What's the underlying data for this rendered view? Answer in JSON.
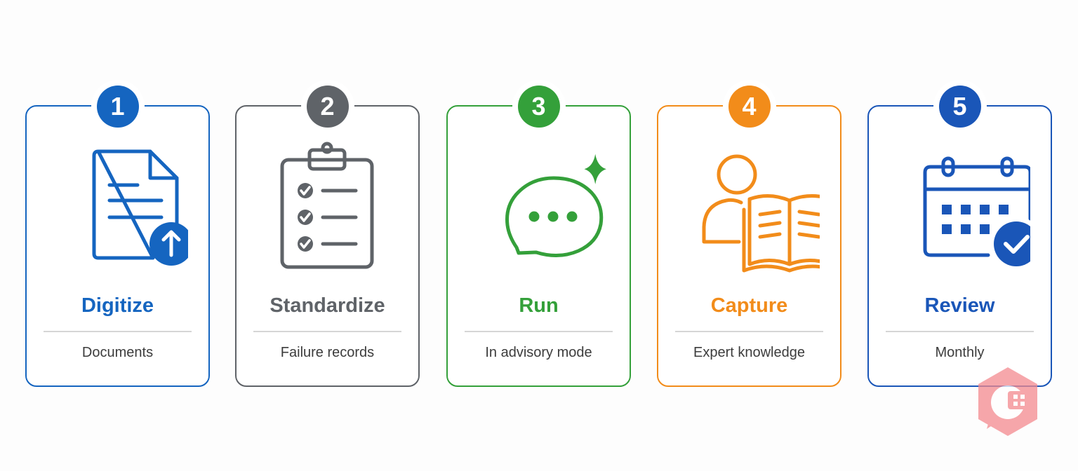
{
  "colors": {
    "blue": "#1565c0",
    "gray": "#5f6368",
    "green": "#34a03a",
    "orange": "#f28c1a",
    "navy": "#1a56b8",
    "watermark": "#f48a8f"
  },
  "steps": [
    {
      "number": "1",
      "title": "Digitize",
      "subtitle": "Documents",
      "icon": "document-upload-icon",
      "color": "#1565c0"
    },
    {
      "number": "2",
      "title": "Standardize",
      "subtitle": "Failure records",
      "icon": "clipboard-checklist-icon",
      "color": "#5f6368"
    },
    {
      "number": "3",
      "title": "Run",
      "subtitle": "In advisory mode",
      "icon": "chat-sparkle-icon",
      "color": "#34a03a"
    },
    {
      "number": "4",
      "title": "Capture",
      "subtitle": "Expert knowledge",
      "icon": "person-book-icon",
      "color": "#f28c1a"
    },
    {
      "number": "5",
      "title": "Review",
      "subtitle": "Monthly",
      "icon": "calendar-check-icon",
      "color": "#1a56b8"
    }
  ]
}
